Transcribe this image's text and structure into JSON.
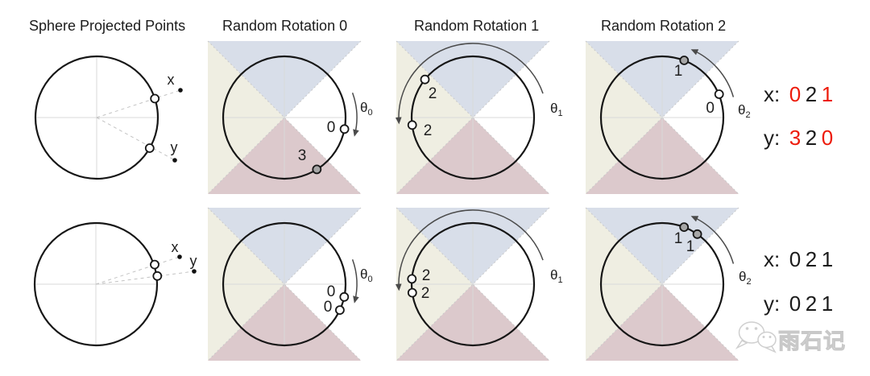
{
  "colors": {
    "red": "#ed1b0a",
    "ink": "#1c1c1c",
    "quad_top": "#d8dee9",
    "quad_left": "#efeee2",
    "quad_bottom": "#dcc9cc"
  },
  "titles": {
    "sphere": "Sphere Projected Points",
    "rr0": "Random Rotation 0",
    "rr1": "Random Rotation 1",
    "rr2": "Random Rotation 2"
  },
  "theta": {
    "sym": "θ",
    "sub0": "0",
    "sub1": "1",
    "sub2": "2"
  },
  "row1": {
    "sphere": {
      "x": "x",
      "y": "y"
    },
    "rr0": {
      "p1": "0",
      "p2": "3"
    },
    "rr1": {
      "p1": "2",
      "p2": "2"
    },
    "rr2": {
      "p1": "1",
      "p2": "0"
    },
    "result": {
      "x_label": "x:",
      "y_label": "y:",
      "x_digits": [
        "0",
        "2",
        "1"
      ],
      "y_digits": [
        "3",
        "2",
        "0"
      ],
      "x_colors": [
        "#ed1b0a",
        "#1c1c1c",
        "#ed1b0a"
      ],
      "y_colors": [
        "#ed1b0a",
        "#1c1c1c",
        "#ed1b0a"
      ]
    }
  },
  "row2": {
    "sphere": {
      "x": "x",
      "y": "y"
    },
    "rr0": {
      "p1": "0",
      "p2": "0"
    },
    "rr1": {
      "p1": "2",
      "p2": "2"
    },
    "rr2": {
      "p1": "1",
      "p2": "1"
    },
    "result": {
      "x_label": "x:",
      "y_label": "y:",
      "x_digits": [
        "0",
        "2",
        "1"
      ],
      "y_digits": [
        "0",
        "2",
        "1"
      ],
      "x_colors": [
        "#1c1c1c",
        "#1c1c1c",
        "#1c1c1c"
      ],
      "y_colors": [
        "#1c1c1c",
        "#1c1c1c",
        "#1c1c1c"
      ]
    }
  },
  "watermark": {
    "text": "雨石记"
  }
}
